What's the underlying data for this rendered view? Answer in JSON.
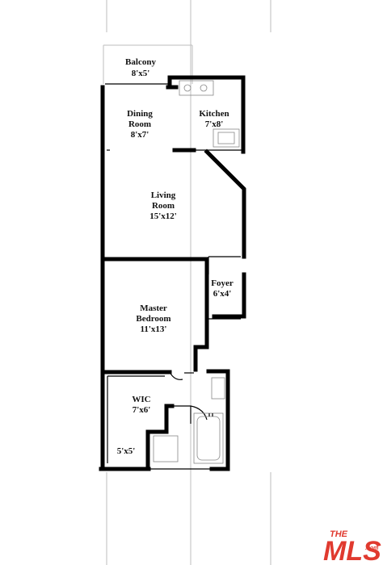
{
  "rooms": {
    "balcony": {
      "name": "Balcony",
      "size": "8'x5'"
    },
    "dining": {
      "name_line1": "Dining",
      "name_line2": "Room",
      "size": "8'x7'"
    },
    "kitchen": {
      "name": "Kitchen",
      "size": "7'x8'"
    },
    "living": {
      "name_line1": "Living",
      "name_line2": "Room",
      "size": "15'x12'"
    },
    "foyer": {
      "name": "Foyer",
      "size": "6'x4'"
    },
    "master": {
      "name_line1": "Master",
      "name_line2": "Bedroom",
      "size": "11'x13'"
    },
    "wic": {
      "name": "WIC",
      "size": "7'x6'"
    },
    "bath": {
      "size": "5'x5'"
    }
  },
  "logo": {
    "prefix": "THE",
    "brand": "MLS",
    "suffix": ".com",
    "brand_color": "#e03a2f"
  }
}
